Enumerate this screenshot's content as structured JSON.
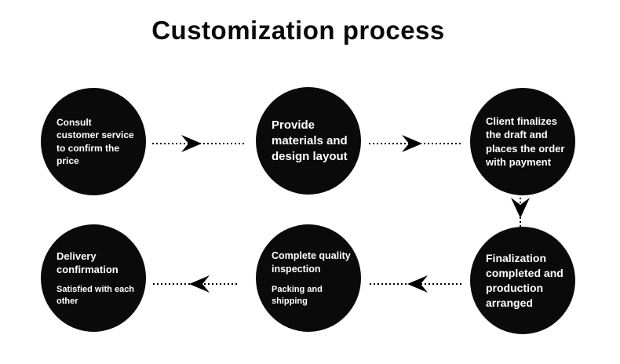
{
  "title": "Customization process",
  "colors": {
    "background": "#ffffff",
    "circle": "#0a0a0a",
    "text": "#ffffff",
    "title": "#0a0a0a",
    "arrow": "#000000"
  },
  "steps": [
    {
      "name": "consult-price",
      "text": "Consult\ncustomer service\nto confirm the\nprice"
    },
    {
      "name": "provide-materials",
      "text": "Provide\nmaterials and\ndesign layout"
    },
    {
      "name": "client-finalizes",
      "text": "Client finalizes\nthe draft and\nplaces the order\nwith payment"
    },
    {
      "name": "finalization",
      "text": "Finalization\ncompleted and\nproduction\narranged"
    },
    {
      "name": "quality-inspection",
      "text": "Complete quality\ninspection",
      "text2": "Packing and\nshipping"
    },
    {
      "name": "delivery",
      "text": "Delivery\nconfirmation",
      "text2": "Satisfied with each\nother"
    }
  ]
}
